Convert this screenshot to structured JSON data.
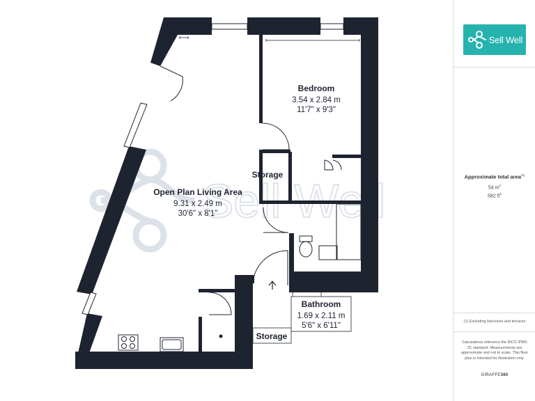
{
  "rooms": {
    "living": {
      "name": "Open Plan Living Area",
      "metric": "9.31 x 2.49 m",
      "imperial": "30'6\" x 8'1\""
    },
    "bedroom": {
      "name": "Bedroom",
      "metric": "3.54 x 2.84 m",
      "imperial": "11'7\" x 9'3\""
    },
    "bathroom": {
      "name": "Bathroom",
      "metric": "1.69 x 2.11 m",
      "imperial": "5'6\" x 6'11\""
    },
    "storage_upper": {
      "name": "Storage"
    },
    "storage_lower": {
      "name": "Storage"
    }
  },
  "watermark": {
    "text": "Sell Well"
  },
  "sidebar": {
    "logo_text": "Sell Well",
    "area_title": "Approximate total area",
    "area_title_sup": "(1)",
    "area_m2": "54 m",
    "area_ft2": "582 ft",
    "footnote": "(1) Excluding balconies and terraces",
    "disclaimer": "Calculations reference the RICS IPMS 2C standard. Measurements are approximate and not to scale. This floor plan is intended for illustration only.",
    "brand_prefix": "GIRAFFE",
    "brand_suffix": "360"
  },
  "colors": {
    "wall": "#1e2330",
    "accent": "#26b3ad",
    "watermark": "#b9c3d3"
  },
  "icons": [
    "sell-well-logo-icon",
    "hob-icon",
    "sink-icon",
    "toilet-icon",
    "entrance-arrow-icon",
    "window-icon",
    "door-swing-icon"
  ]
}
